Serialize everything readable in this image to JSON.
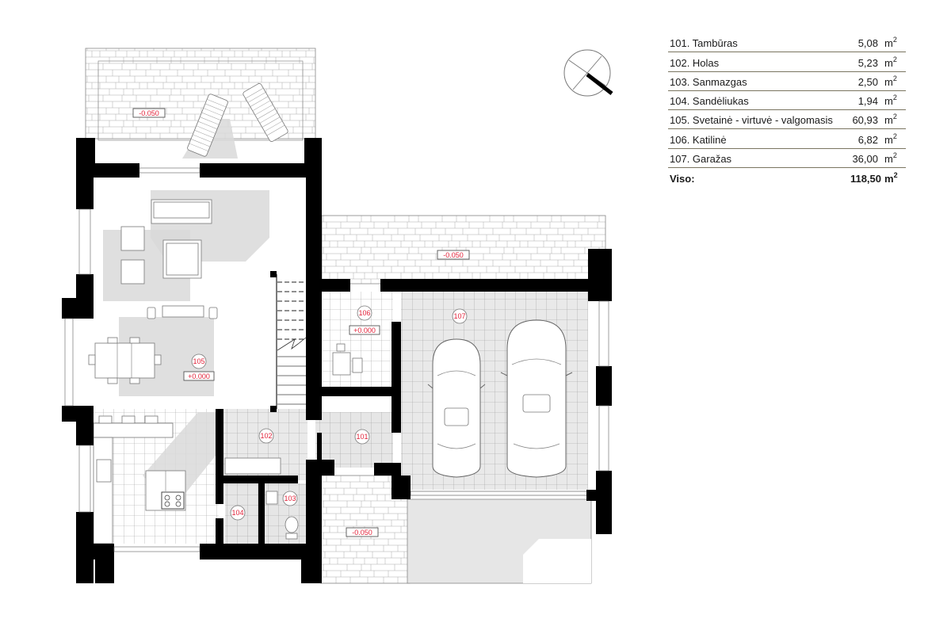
{
  "legend": {
    "rows": [
      {
        "label": "101. Tambūras",
        "value": "5,08",
        "unit": "m",
        "exp": "2"
      },
      {
        "label": "102. Holas",
        "value": "5,23",
        "unit": "m",
        "exp": "2"
      },
      {
        "label": "103. Sanmazgas",
        "value": "2,50",
        "unit": "m",
        "exp": "2"
      },
      {
        "label": "104. Sandėliukas",
        "value": "1,94",
        "unit": "m",
        "exp": "2"
      },
      {
        "label": "105. Svetainė - virtuvė - valgomasis",
        "value": "60,93",
        "unit": "m",
        "exp": "2"
      },
      {
        "label": "106. Katilinė",
        "value": "6,82",
        "unit": "m",
        "exp": "2"
      },
      {
        "label": "107. Garažas",
        "value": "36,00",
        "unit": "m",
        "exp": "2"
      }
    ],
    "total": {
      "label": "Viso:",
      "value": "118,50",
      "unit": "m",
      "exp": "2"
    }
  },
  "plan": {
    "north_arrow": "compass-north-arrow-icon",
    "rooms": [
      {
        "id": "101",
        "tag": "101"
      },
      {
        "id": "102",
        "tag": "102"
      },
      {
        "id": "103",
        "tag": "103"
      },
      {
        "id": "104",
        "tag": "104"
      },
      {
        "id": "105",
        "tag": "105",
        "level": "+0.000"
      },
      {
        "id": "106",
        "tag": "106",
        "level": "+0.000"
      },
      {
        "id": "107",
        "tag": "107"
      }
    ],
    "terrace_levels": {
      "north_terrace": "-0.050",
      "east_terrace": "-0.050",
      "entrance_terrace": "-0.050"
    }
  },
  "colors": {
    "wall": "#000000",
    "label_red": "#e2233a",
    "shadow": "#d9d9d9",
    "rule": "#7a7560"
  }
}
